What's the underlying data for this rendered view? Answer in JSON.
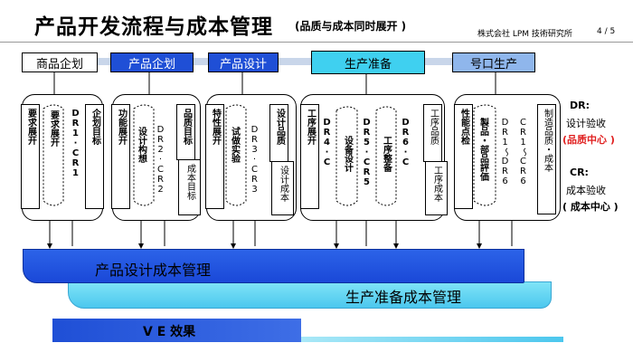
{
  "header": {
    "title": "产品开发流程与成本管理",
    "subtitle": "(品质与成本同时展开 )",
    "company": "株式会社 LPM 技術研究所",
    "page": "4 / 5"
  },
  "stages": [
    "商品企划",
    "产品企划",
    "产品设计",
    "生产准备",
    "号口生产"
  ],
  "boxes": {
    "b1": {
      "left": "要求展开",
      "mid1": "要求展开",
      "dr": "DR1·CR1",
      "right": "企划目标"
    },
    "b2": {
      "left": "功能展开",
      "mid1": "设计构想",
      "dr": "DR2·CR2",
      "right": "品质目标",
      "sub": "成本目标"
    },
    "b3": {
      "left": "特性展开",
      "mid1": "试做实验",
      "dr": "DR3·CR3",
      "right": "设计品质",
      "sub": "设计成本"
    },
    "b4": {
      "left": "工序展开",
      "dr4": "DR4·C",
      "mid1": "设备设计",
      "dr5": "DR5·CR5",
      "mid2": "工序整备",
      "dr6": "DR6·C",
      "right": "工序品质",
      "sub": "工序成本"
    },
    "b5": {
      "left": "性能点检",
      "mid1": "製品・部品評価",
      "dr": "DR1～DR6",
      "cr": "CR1～CR6",
      "right": "制造品质・成本"
    }
  },
  "legend": {
    "dr_key": "DR:",
    "dr_desc": "设计验收",
    "dr_center": "(品质中心 )",
    "cr_key": "CR:",
    "cr_desc": "成本验收",
    "cr_center": "( 成本中心 )"
  },
  "bands": {
    "design_cost": "产品设计成本管理",
    "prep_cost": "生产准备成本管理",
    "ve": "V E 效果"
  },
  "colors": {
    "blue": "#1f4fd6",
    "cyan": "#3fd0f0",
    "sky": "#8fb6ec",
    "red": "#e02020"
  }
}
